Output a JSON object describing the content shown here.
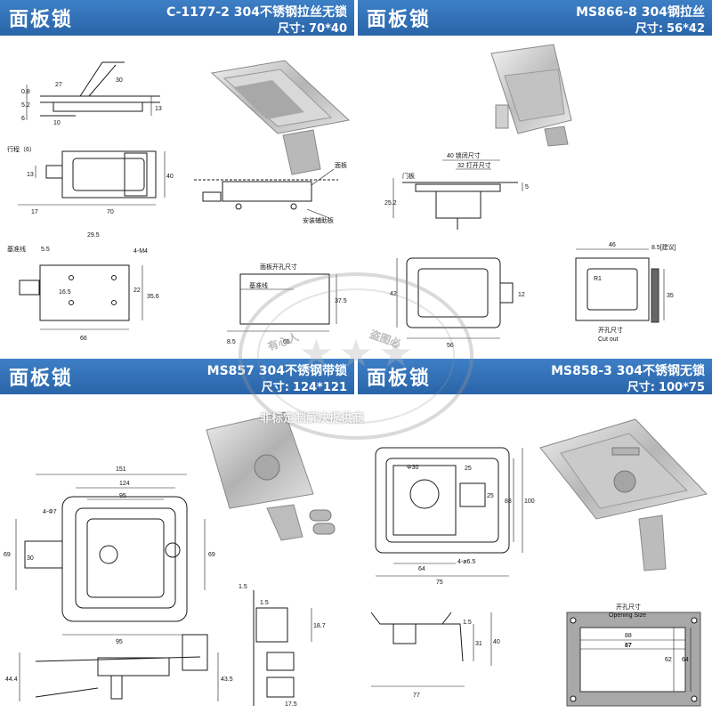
{
  "panels": [
    {
      "category": "面板锁",
      "model": "C-1177-2 304不锈钢拉丝无锁",
      "size_label": "尺寸:",
      "size_value": "70*40",
      "labels": {
        "travel": "行程（6）",
        "panel": "面板",
        "support": "安装辅助板",
        "cutout_title": "面板开孔尺寸",
        "datum_a": "基准线",
        "datum_b": "基准线",
        "thread": "4-M4"
      },
      "dims": [
        "27",
        "30",
        "0.8",
        "5.2",
        "6",
        "10",
        "13",
        "13",
        "40",
        "17",
        "70",
        "5.5",
        "29.5",
        "16.5",
        "22",
        "35.6",
        "66",
        "37.5",
        "8.5",
        "65"
      ]
    },
    {
      "category": "面板锁",
      "model": "MS866-8  304钢拉丝",
      "size_label": "尺寸:",
      "size_value": "56*42",
      "labels": {
        "door": "门板",
        "lock_close": "40 锁闭尺寸",
        "open": "32 打开尺寸",
        "cut_cn": "开孔尺寸",
        "cut_en": "Cut out",
        "suggest": "8.5[建议]",
        "r1": "R1"
      },
      "dims": [
        "25.2",
        "5",
        "42",
        "12",
        "56",
        "46",
        "35"
      ]
    },
    {
      "category": "面板锁",
      "model": "MS857 304不锈钢带锁",
      "size_label": "尺寸:",
      "size_value": "124*121",
      "labels": {
        "holes": "4-Φ7"
      },
      "dims": [
        "151",
        "124",
        "95",
        "69",
        "30",
        "69",
        "95",
        "1.5",
        "1.5",
        "18.7",
        "44.4",
        "43.5",
        "17.5"
      ]
    },
    {
      "category": "面板锁",
      "model": "MS858-3 304不锈钢无锁",
      "size_label": "尺寸:",
      "size_value": "100*75",
      "labels": {
        "dia": "Φ30",
        "holes": "4-ø6.5",
        "open_cn": "开孔尺寸",
        "open_en": "Opening Size"
      },
      "dims": [
        "25",
        "25",
        "88",
        "100",
        "64",
        "75",
        "1.5",
        "31",
        "40",
        "77",
        "88",
        "87",
        "62",
        "64"
      ]
    }
  ],
  "watermark": {
    "line": "非标定制解决提供商",
    "left": "有心人",
    "right": "盗图必"
  },
  "colors": {
    "header": "#2a64a8",
    "header_light": "#3d7fc6",
    "line": "#1a1a1a",
    "metal": "#c8c8c8"
  }
}
